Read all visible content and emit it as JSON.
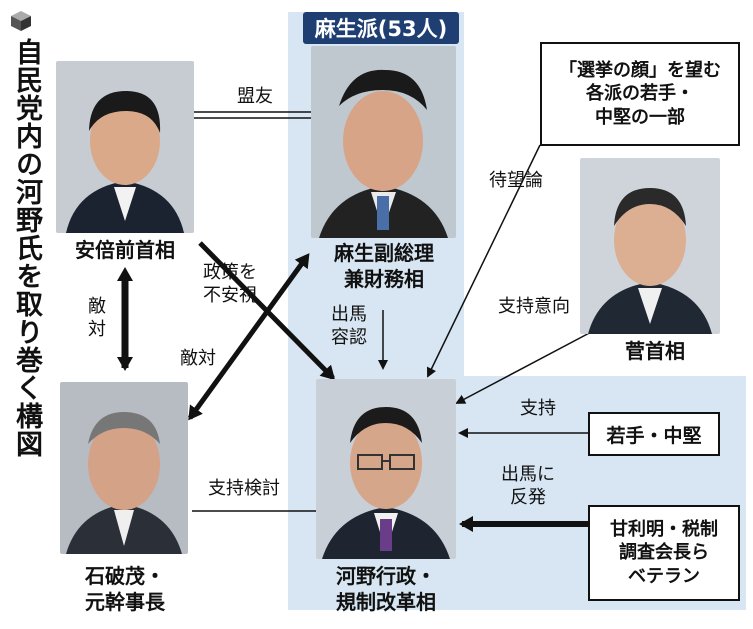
{
  "title": "自民党内の河野氏を取り巻く構図",
  "faction_label": "麻生派(53人)",
  "people": {
    "abe": "安倍前首相",
    "aso": "麻生副総理\n兼財務相",
    "suga": "菅首相",
    "ishiba": "石破茂・\n元幹事長",
    "kono": "河野行政・\n規制改革相"
  },
  "groups": {
    "young_face": "「選挙の顔」を望む\n各派の若手・\n中堅の一部",
    "young_mid": "若手・中堅",
    "veterans": "甘利明・税制\n調査会長ら\nベテラン"
  },
  "relations": {
    "meiyu": "盟友",
    "tekitai_vertical": "敵\n対",
    "tekitai": "敵対",
    "anxious": "政策を\n不安視",
    "shutsuba_yonin": "出馬\n容認",
    "taibouron": "待望論",
    "shiji_ikou": "支持意向",
    "shiji": "支持",
    "shutsuba_hanpatsu": "出馬に\n反発",
    "shiji_kentou": "支持検討"
  },
  "colors": {
    "panel": "#d7e6f2",
    "tag": "#1f3f73"
  }
}
